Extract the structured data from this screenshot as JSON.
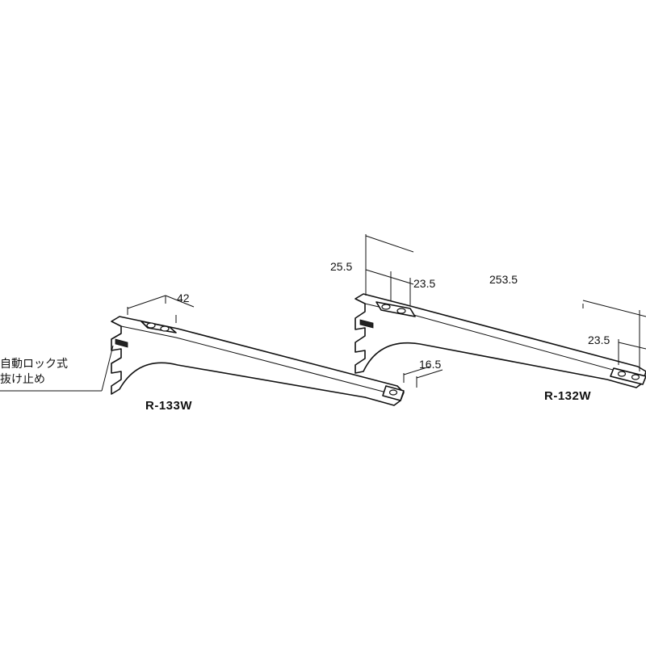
{
  "brackets": [
    {
      "model": "R-133W",
      "dimensions": {
        "depth_top": "42",
        "tip_width": "16.5"
      }
    },
    {
      "model": "R-132W",
      "dimensions": {
        "height_back": "25.5",
        "plate_width": "23.5",
        "length": "253.5",
        "tip_height": "23.5"
      }
    }
  ],
  "note_lines": [
    "自動ロック式",
    "抜け止め"
  ]
}
